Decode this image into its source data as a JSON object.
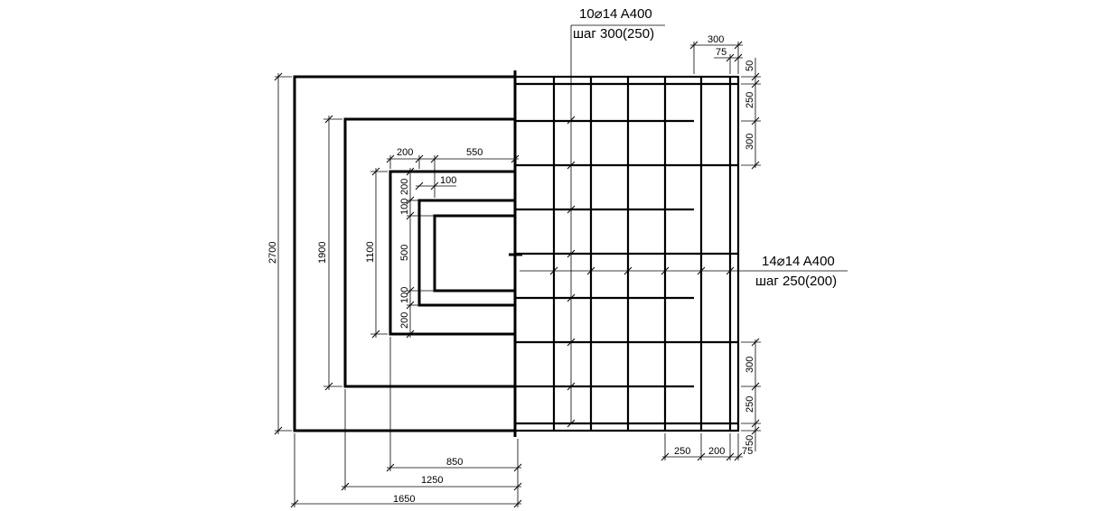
{
  "rebar_top": {
    "line1": "10⌀14 A400",
    "line2": "шаг 300(250)"
  },
  "rebar_right": {
    "line1": "14⌀14 A400",
    "line2": "шаг 250(200)"
  },
  "dims": {
    "top_300": "300",
    "top_75": "75",
    "r_50_top": "50",
    "r_250_top": "250",
    "r_300_top": "300",
    "r_300_bot": "300",
    "r_250_bot": "250",
    "r_50_bot": "50",
    "b_250": "250",
    "b_200": "200",
    "b_75": "75",
    "step_200_top": "200",
    "step_550": "550",
    "step_100": "100",
    "col_200_top": "200",
    "col_100_top": "100",
    "col_500": "500",
    "col_100_bot": "100",
    "col_200_bot": "200",
    "overall_2700": "2700",
    "step_1900": "1900",
    "step_1100": "1100",
    "bottom_850": "850",
    "bottom_1250": "1250",
    "bottom_1650": "1650"
  }
}
